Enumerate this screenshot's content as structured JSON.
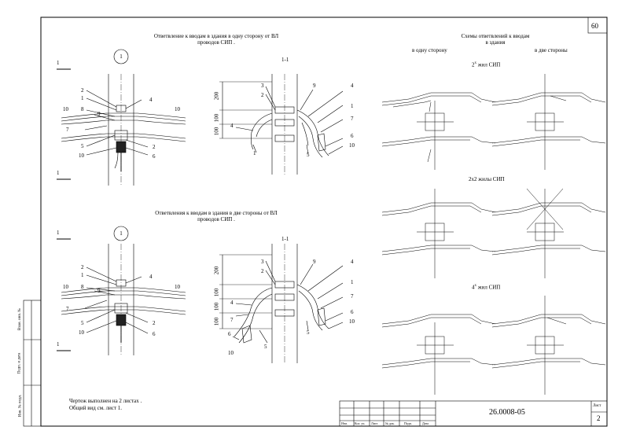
{
  "sheet": {
    "page_number": "60",
    "code": "26.0008-05",
    "sheet_label": "Лист",
    "sheet_value": "2",
    "note_line1": "Чертеж выполнен на 2 листах .",
    "note_line2": "Общий вид см. лист 1.",
    "title_cols": [
      "Изм.",
      "Кол. уч.",
      "Лист",
      "№ док.",
      "Подп.",
      "Дата"
    ],
    "side_stamp": [
      "Взам. инв. №",
      "Подп. и дата",
      "Инв. № подл."
    ]
  },
  "top_section": {
    "title_line1": "Ответвление к вводам в здания в одну сторону от ВЛ",
    "title_line2": "проводов СИП .",
    "circle_label": "1",
    "section_label": "1-1",
    "cut_mark": "1",
    "dims": [
      "200",
      "100",
      "100"
    ]
  },
  "bottom_section": {
    "title_line1": "Ответвления к вводам в здания в две стороны от ВЛ",
    "title_line2": "проводов СИП .",
    "circle_label": "1",
    "section_label": "1-1",
    "cut_mark": "1",
    "dims": [
      "200",
      "100",
      "100",
      "100"
    ]
  },
  "schemes": {
    "title_line1": "Схемы ответвлений к вводам",
    "title_line2": "в здания",
    "col_left": "в одну сторону",
    "col_right": "в две стороны",
    "rows": [
      {
        "label": "2",
        "sup": "х",
        "rest": " жил СИП"
      },
      {
        "label": "2х2 жилы СИП",
        "sup": "",
        "rest": ""
      },
      {
        "label": "4",
        "sup": "х",
        "rest": " жил СИП"
      }
    ]
  },
  "callouts_top_left": [
    "2",
    "1",
    "4",
    "10",
    "8",
    "9",
    "10",
    "7",
    "5",
    "10",
    "2",
    "6"
  ],
  "callouts_top_right": [
    "3",
    "2",
    "9",
    "4",
    "1",
    "7",
    "4",
    "6",
    "10",
    "1",
    "5"
  ],
  "callouts_bot_left": [
    "2",
    "1",
    "4",
    "10",
    "8",
    "9",
    "10",
    "7",
    "5",
    "2",
    "10",
    "6"
  ],
  "callouts_bot_right": [
    "3",
    "2",
    "9",
    "4",
    "1",
    "4",
    "7",
    "7",
    "6",
    "10",
    "6",
    "5",
    "10",
    "5"
  ]
}
